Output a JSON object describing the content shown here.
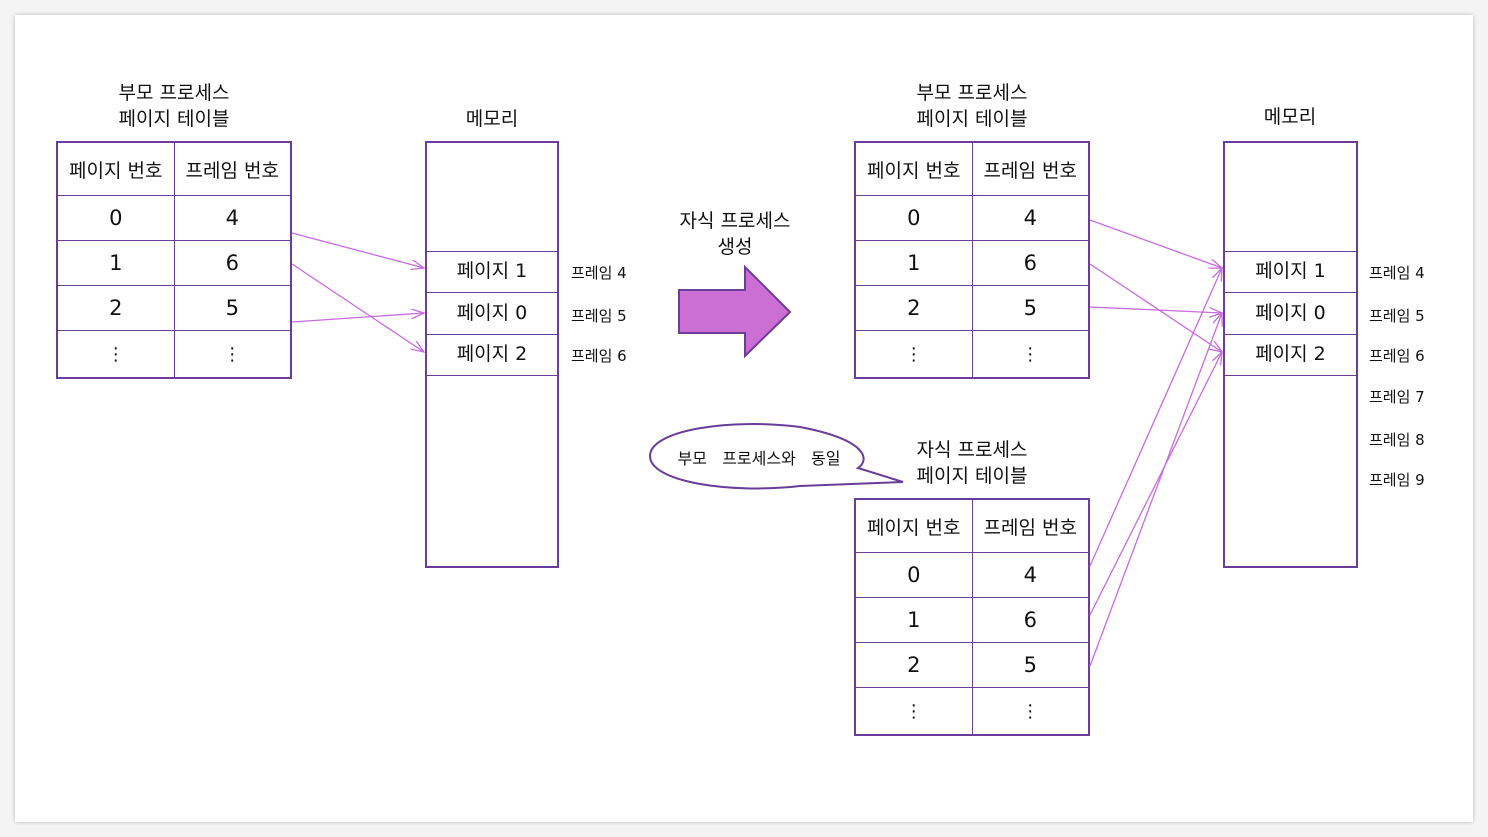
{
  "left": {
    "parent_title": [
      "부모 프로세스",
      "페이지 테이블"
    ],
    "table": {
      "headers": [
        "페이지 번호",
        "프레임 번호"
      ],
      "rows": [
        [
          "0",
          "4"
        ],
        [
          "1",
          "6"
        ],
        [
          "2",
          "5"
        ],
        [
          "⋮",
          "⋮"
        ]
      ]
    },
    "memory": {
      "title": "메모리",
      "slots": [
        "페이지 1",
        "페이지 0",
        "페이지 2"
      ],
      "frame_labels": [
        "프레임 4",
        "프레임 5",
        "프레임 6"
      ]
    }
  },
  "middle": {
    "arrow_label": [
      "자식 프로세스",
      "생성"
    ],
    "bubble_text": "부모   프로세스와   동일",
    "arrow_color": "#cc6fd4"
  },
  "right": {
    "parent_title": [
      "부모 프로세스",
      "페이지 테이블"
    ],
    "parent_table": {
      "headers": [
        "페이지 번호",
        "프레임 번호"
      ],
      "rows": [
        [
          "0",
          "4"
        ],
        [
          "1",
          "6"
        ],
        [
          "2",
          "5"
        ],
        [
          "⋮",
          "⋮"
        ]
      ]
    },
    "child_title": [
      "자식 프로세스",
      "페이지 테이블"
    ],
    "child_table": {
      "headers": [
        "페이지 번호",
        "프레임 번호"
      ],
      "rows": [
        [
          "0",
          "4"
        ],
        [
          "1",
          "6"
        ],
        [
          "2",
          "5"
        ],
        [
          "⋮",
          "⋮"
        ]
      ]
    },
    "memory": {
      "title": "메모리",
      "slots": [
        "페이지 1",
        "페이지 0",
        "페이지 2"
      ],
      "frame_labels": [
        "프레임 4",
        "프레임 5",
        "프레임 6",
        "프레임 7",
        "프레임 8",
        "프레임 9"
      ]
    }
  },
  "colors": {
    "border": "#6a3d9a",
    "mapping_line": "#c86be0"
  }
}
